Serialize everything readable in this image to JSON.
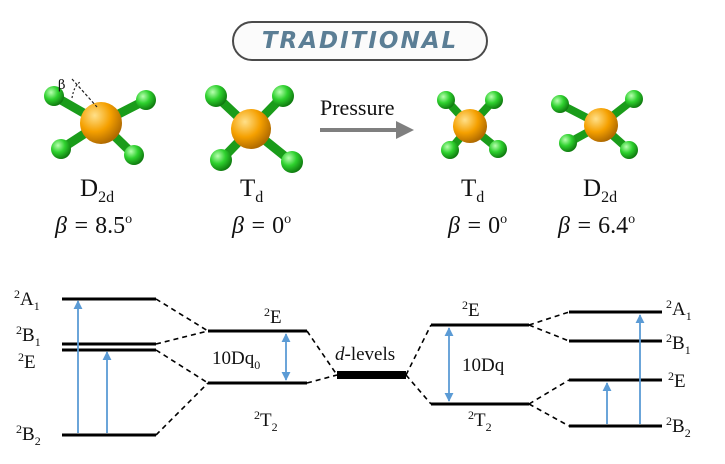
{
  "badge": {
    "text": "TRADITIONAL"
  },
  "arrow": {
    "label": "Pressure"
  },
  "molecules": [
    {
      "symmetry_main": "D",
      "symmetry_sub": "2d",
      "beta": "8.5",
      "beta_mark": "β"
    },
    {
      "symmetry_main": "T",
      "symmetry_sub": "d",
      "beta": "0"
    },
    {
      "symmetry_main": "T",
      "symmetry_sub": "d",
      "beta": "0"
    },
    {
      "symmetry_main": "D",
      "symmetry_sub": "2d",
      "beta": "6.4"
    }
  ],
  "beta_prefix": "β = ",
  "degree_sign": "o",
  "levels": {
    "left": {
      "A1": "A",
      "A1_sub": "1",
      "B1": "B",
      "B1_sub": "1",
      "E": "E",
      "B2": "B",
      "B2_sub": "2",
      "sup": "2"
    },
    "middle_left": {
      "E": "E",
      "T2": "T",
      "T2_sub": "2",
      "sup": "2",
      "gap_label": "10Dq",
      "gap_sub": "0"
    },
    "center": {
      "d_italic": "d",
      "rest": "-levels"
    },
    "middle_right": {
      "E": "E",
      "T2": "T",
      "T2_sub": "2",
      "sup": "2",
      "gap_label": "10Dq"
    },
    "right": {
      "A1": "A",
      "A1_sub": "1",
      "B1": "B",
      "B1_sub": "1",
      "E": "E",
      "B2": "B",
      "B2_sub": "2",
      "sup": "2"
    }
  },
  "colors": {
    "metal": "#f5a000",
    "ligand": "#28c828",
    "bond": "#1a9c1a",
    "transition_arrow": "#5b9bd5",
    "badge_text": "#5b7e95"
  }
}
